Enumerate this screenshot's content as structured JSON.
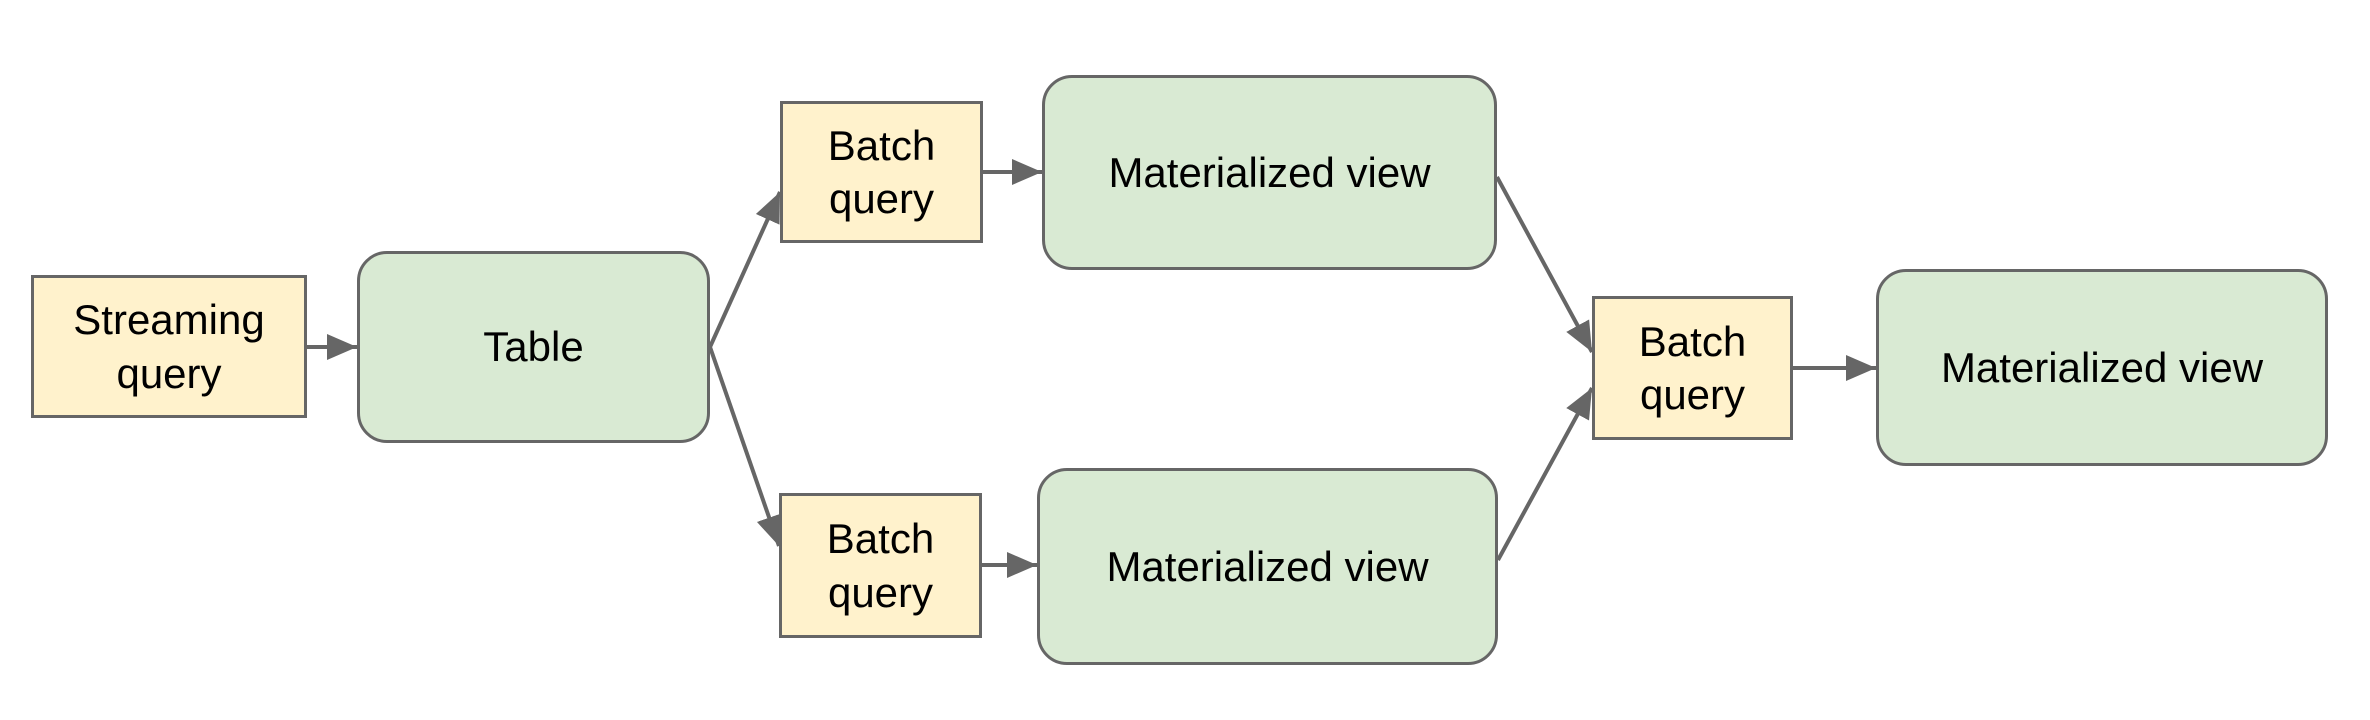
{
  "diagram": {
    "description": "Streaming and batch query materialization flow",
    "colors": {
      "query_node_fill": "#fff2cc",
      "view_node_fill": "#d9ead3",
      "node_border": "#666666",
      "arrow": "#666666",
      "text": "#000000",
      "background": "#ffffff"
    },
    "nodes": {
      "streaming_query": {
        "label": "Streaming query",
        "kind": "query"
      },
      "table": {
        "label": "Table",
        "kind": "table"
      },
      "batch_query_top": {
        "label": "Batch query",
        "kind": "query"
      },
      "materialized_view_top": {
        "label": "Materialized view",
        "kind": "view"
      },
      "batch_query_bottom": {
        "label": "Batch query",
        "kind": "query"
      },
      "materialized_view_bottom": {
        "label": "Materialized view",
        "kind": "view"
      },
      "batch_query_right": {
        "label": "Batch query",
        "kind": "query"
      },
      "materialized_view_final": {
        "label": "Materialized view",
        "kind": "view"
      }
    },
    "edges": [
      {
        "from": "streaming_query",
        "to": "table"
      },
      {
        "from": "table",
        "to": "batch_query_top"
      },
      {
        "from": "table",
        "to": "batch_query_bottom"
      },
      {
        "from": "batch_query_top",
        "to": "materialized_view_top"
      },
      {
        "from": "batch_query_bottom",
        "to": "materialized_view_bottom"
      },
      {
        "from": "materialized_view_top",
        "to": "batch_query_right"
      },
      {
        "from": "materialized_view_bottom",
        "to": "batch_query_right"
      },
      {
        "from": "batch_query_right",
        "to": "materialized_view_final"
      }
    ]
  }
}
